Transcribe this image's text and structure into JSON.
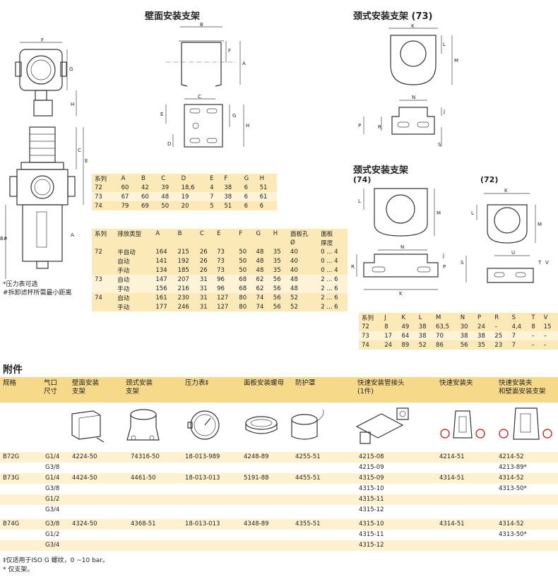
{
  "titles": {
    "wall_bracket": "壁面安装支架",
    "neck_bracket_73": "颈式安装支架 (73)",
    "neck_bracket": "颈式安装支架",
    "label_74": "(74)",
    "label_72": "(72)",
    "accessories": "附件"
  },
  "notes": {
    "pressure_gauge_optional": "*压力表可选",
    "min_distance": "#拆卸滤杯所需最小距离"
  },
  "dim_letters": {
    "A": "A",
    "B": "B",
    "C": "C",
    "D": "D",
    "E": "E",
    "F": "F",
    "G": "G",
    "H": "H",
    "J": "J",
    "K": "K",
    "L": "L",
    "M": "M",
    "N": "N",
    "P": "P",
    "R": "R",
    "S": "S",
    "T": "T",
    "U": "U",
    "V": "V",
    "Bsharp": "B#"
  },
  "table_wall": {
    "headers": [
      "系列",
      "A",
      "B",
      "C",
      "D",
      "E",
      "F",
      "G",
      "H"
    ],
    "rows": [
      [
        "72",
        "60",
        "42",
        "39",
        "18,6",
        "4",
        "38",
        "6",
        "51"
      ],
      [
        "73",
        "67",
        "60",
        "48",
        "19",
        "7",
        "38",
        "6",
        "61"
      ],
      [
        "74",
        "79",
        "69",
        "50",
        "20",
        "5",
        "51",
        "6",
        "6"
      ]
    ]
  },
  "table_dims": {
    "headers": [
      "系列",
      "排放类型",
      "A",
      "B",
      "C",
      "E",
      "F",
      "G",
      "H",
      "面板孔\nØ",
      "面板\n厚度"
    ],
    "header_line1": [
      "系列",
      "排放类型",
      "A",
      "B",
      "C",
      "E",
      "F",
      "G",
      "H",
      "面板孔",
      "面板"
    ],
    "header_line2": [
      "",
      "",
      "",
      "",
      "",
      "",
      "",
      "",
      "",
      "Ø",
      "厚度"
    ],
    "rows": [
      [
        "72",
        "半自动",
        "164",
        "215",
        "26",
        "73",
        "50",
        "48",
        "35",
        "40",
        "0 ... 4"
      ],
      [
        "",
        "自动",
        "141",
        "192",
        "26",
        "73",
        "50",
        "48",
        "35",
        "40",
        "0 ... 4"
      ],
      [
        "",
        "手动",
        "134",
        "185",
        "26",
        "73",
        "50",
        "48",
        "35",
        "40",
        "0 ... 4"
      ],
      [
        "73",
        "自动",
        "147",
        "207",
        "31",
        "96",
        "68",
        "62",
        "56",
        "48",
        "2 ... 6"
      ],
      [
        "",
        "手动",
        "156",
        "216",
        "31",
        "96",
        "68",
        "62",
        "56",
        "48",
        "2 ... 6"
      ],
      [
        "74",
        "自动",
        "161",
        "230",
        "31",
        "127",
        "80",
        "74",
        "56",
        "52",
        "2 ... 6"
      ],
      [
        "",
        "手动",
        "177",
        "246",
        "31",
        "127",
        "80",
        "74",
        "56",
        "52",
        "2 ... 6"
      ]
    ]
  },
  "table_neck": {
    "headers": [
      "系列",
      "J",
      "K",
      "L",
      "M",
      "N",
      "P",
      "R",
      "S",
      "T",
      "V"
    ],
    "rows": [
      [
        "72",
        "8",
        "49",
        "38",
        "63,5",
        "30",
        "24",
        "–",
        "4,4",
        "8",
        "15"
      ],
      [
        "73",
        "17",
        "64",
        "38",
        "70",
        "38",
        "38",
        "25",
        "7",
        "–",
        "–"
      ],
      [
        "74",
        "24",
        "89",
        "52",
        "86",
        "56",
        "35",
        "23",
        "7",
        "–",
        "–"
      ]
    ]
  },
  "accessories": {
    "headers": [
      {
        "l1": "规格",
        "l2": ""
      },
      {
        "l1": "气口",
        "l2": "尺寸"
      },
      {
        "l1": "壁面安装",
        "l2": "支架"
      },
      {
        "l1": "颈式安装",
        "l2": "支架"
      },
      {
        "l1": "压力表‡",
        "l2": ""
      },
      {
        "l1": "面板安装螺母",
        "l2": ""
      },
      {
        "l1": "防护罩",
        "l2": ""
      },
      {
        "l1": "快速安装管接头",
        "l2": "(1件)"
      },
      {
        "l1": "快速安装夹",
        "l2": ""
      },
      {
        "l1": "快速安装夹",
        "l2": "和壁面安装支架"
      }
    ],
    "rows": [
      [
        "B72G",
        "G1/4",
        "4224-50",
        "74316-50",
        "18-013-989",
        "4248-89",
        "4255-51",
        "4215-08",
        "4214-51",
        "4214-52"
      ],
      [
        "",
        "G3/8",
        "",
        "",
        "",
        "",
        "",
        "4215-09",
        "",
        "4213-89*"
      ],
      [
        "B73G",
        "G1/4",
        "4424-50",
        "4461-50",
        "18-013-013",
        "5191-88",
        "4455-51",
        "4315-09",
        "4314-51",
        "4314-52"
      ],
      [
        "",
        "G3/8",
        "",
        "",
        "",
        "",
        "",
        "4315-10",
        "",
        "4313-50*"
      ],
      [
        "",
        "G1/2",
        "",
        "",
        "",
        "",
        "",
        "4315-11",
        "",
        ""
      ],
      [
        "",
        "G3/4",
        "",
        "",
        "",
        "",
        "",
        "4315-12",
        "",
        ""
      ],
      [
        "B74G",
        "G3/8",
        "4324-50",
        "4368-51",
        "18-013-013",
        "4348-89",
        "4355-51",
        "4315-10",
        "4314-51",
        "4314-52"
      ],
      [
        "",
        "G1/2",
        "",
        "",
        "",
        "",
        "",
        "4315-11",
        "",
        "4313-50*"
      ],
      [
        "",
        "G3/4",
        "",
        "",
        "",
        "",
        "",
        "4315-12",
        "",
        ""
      ]
    ],
    "footnotes": [
      "‡仅适用于ISO G 螺纹，0 ~10 bar。",
      "* 仅支架。"
    ]
  },
  "colors": {
    "header_yellow": "#f7d98a",
    "stripe_yellow": "#fbe9b7",
    "light_stripe": "#fdf1cf",
    "line": "#333333"
  },
  "icons": [
    "wall-bracket-icon",
    "neck-bracket-icon",
    "pressure-gauge-icon",
    "panel-nut-icon",
    "guard-icon",
    "quick-fitting-icon",
    "quick-clamp-icon",
    "quick-clamp-wall-icon"
  ]
}
